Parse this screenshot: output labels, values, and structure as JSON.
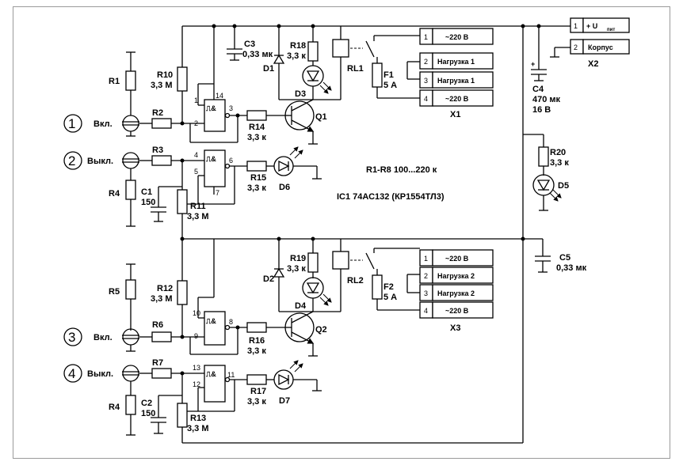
{
  "inputs": [
    {
      "num": "1",
      "label": "Вкл."
    },
    {
      "num": "2",
      "label": "Выкл."
    },
    {
      "num": "3",
      "label": "Вкл."
    },
    {
      "num": "4",
      "label": "Выкл."
    }
  ],
  "resistors": {
    "R1": "R1",
    "R2": "R2",
    "R3": "R3",
    "R4a": "R4",
    "R5": "R5",
    "R6": "R6",
    "R7": "R7",
    "R4b": "R4",
    "R10": "R10",
    "R10v": "3,3 М",
    "R11": "R11",
    "R11v": "3,3 М",
    "R12": "R12",
    "R12v": "3,3 М",
    "R13": "R13",
    "R13v": "3,3 М",
    "R14": "R14",
    "R14v": "3,3 к",
    "R15": "R15",
    "R15v": "3,3 к",
    "R16": "R16",
    "R16v": "3,3 к",
    "R17": "R17",
    "R17v": "3,3 к",
    "R18": "R18",
    "R18v": "3,3 к",
    "R19": "R19",
    "R19v": "3,3 к",
    "R20": "R20",
    "R20v": "3,3 к"
  },
  "capacitors": {
    "C1": "C1",
    "C1v": "150",
    "C2": "C2",
    "C2v": "150",
    "C3": "C3",
    "C3v": "0,33 мк",
    "C4": "C4",
    "C4v1": "470  мк",
    "C4v2": "16 В",
    "C5": "C5",
    "C5v": "0,33 мк",
    "plus": "+"
  },
  "semis": {
    "D1": "D1",
    "D2": "D2",
    "D3": "D3",
    "D4": "D4",
    "D5": "D5",
    "D6": "D6",
    "D7": "D7",
    "Q1": "Q1",
    "Q2": "Q2"
  },
  "relays": {
    "RL1": "RL1",
    "RL2": "RL2",
    "F1": "F1",
    "F1v": "5 А",
    "F2": "F2",
    "F2v": "5 А"
  },
  "gate_symbol": "⎍&",
  "pins": {
    "g1": [
      "1",
      "2",
      "3",
      "14"
    ],
    "g2": [
      "4",
      "5",
      "6",
      "7"
    ],
    "g3": [
      "10",
      "9",
      "8"
    ],
    "g4": [
      "13",
      "12",
      "11"
    ]
  },
  "connectors": {
    "X1": {
      "name": "X1",
      "rows": [
        {
          "n": "1",
          "t": "~220 В"
        },
        {
          "n": "2",
          "t": "Нагрузка 1"
        },
        {
          "n": "3",
          "t": "Нагрузка 1"
        },
        {
          "n": "4",
          "t": "~220 В"
        }
      ]
    },
    "X3": {
      "name": "X3",
      "rows": [
        {
          "n": "1",
          "t": "~220 В"
        },
        {
          "n": "2",
          "t": "Нагрузка 2"
        },
        {
          "n": "3",
          "t": "Нагрузка 2"
        },
        {
          "n": "4",
          "t": "~220 В"
        }
      ]
    },
    "X2": {
      "name": "X2",
      "row1n": "1",
      "row1t": "+ U",
      "row1sub": "пит",
      "row2n": "2",
      "row2t": "Корпус"
    }
  },
  "notes": {
    "range": "R1-R8 100...220 к",
    "ic": "IC1 74АС132 (КР1554ТЛ3)"
  }
}
